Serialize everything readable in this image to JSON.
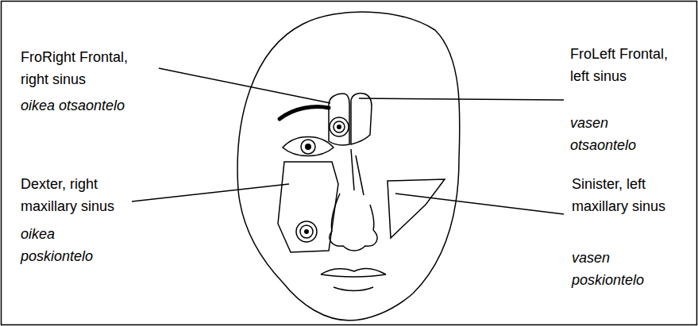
{
  "diagram": {
    "labels": [
      "FroRight Frontal, right sinus",
      "oikea otsaontelo",
      "FroLeft Frontal, left sinus",
      "vasen otsaontelo",
      "Dexter, right maxillary sinus",
      "oikea poskiontelo",
      "Sinister, left maxillary sinus",
      "vasen poskiontelo"
    ]
  }
}
